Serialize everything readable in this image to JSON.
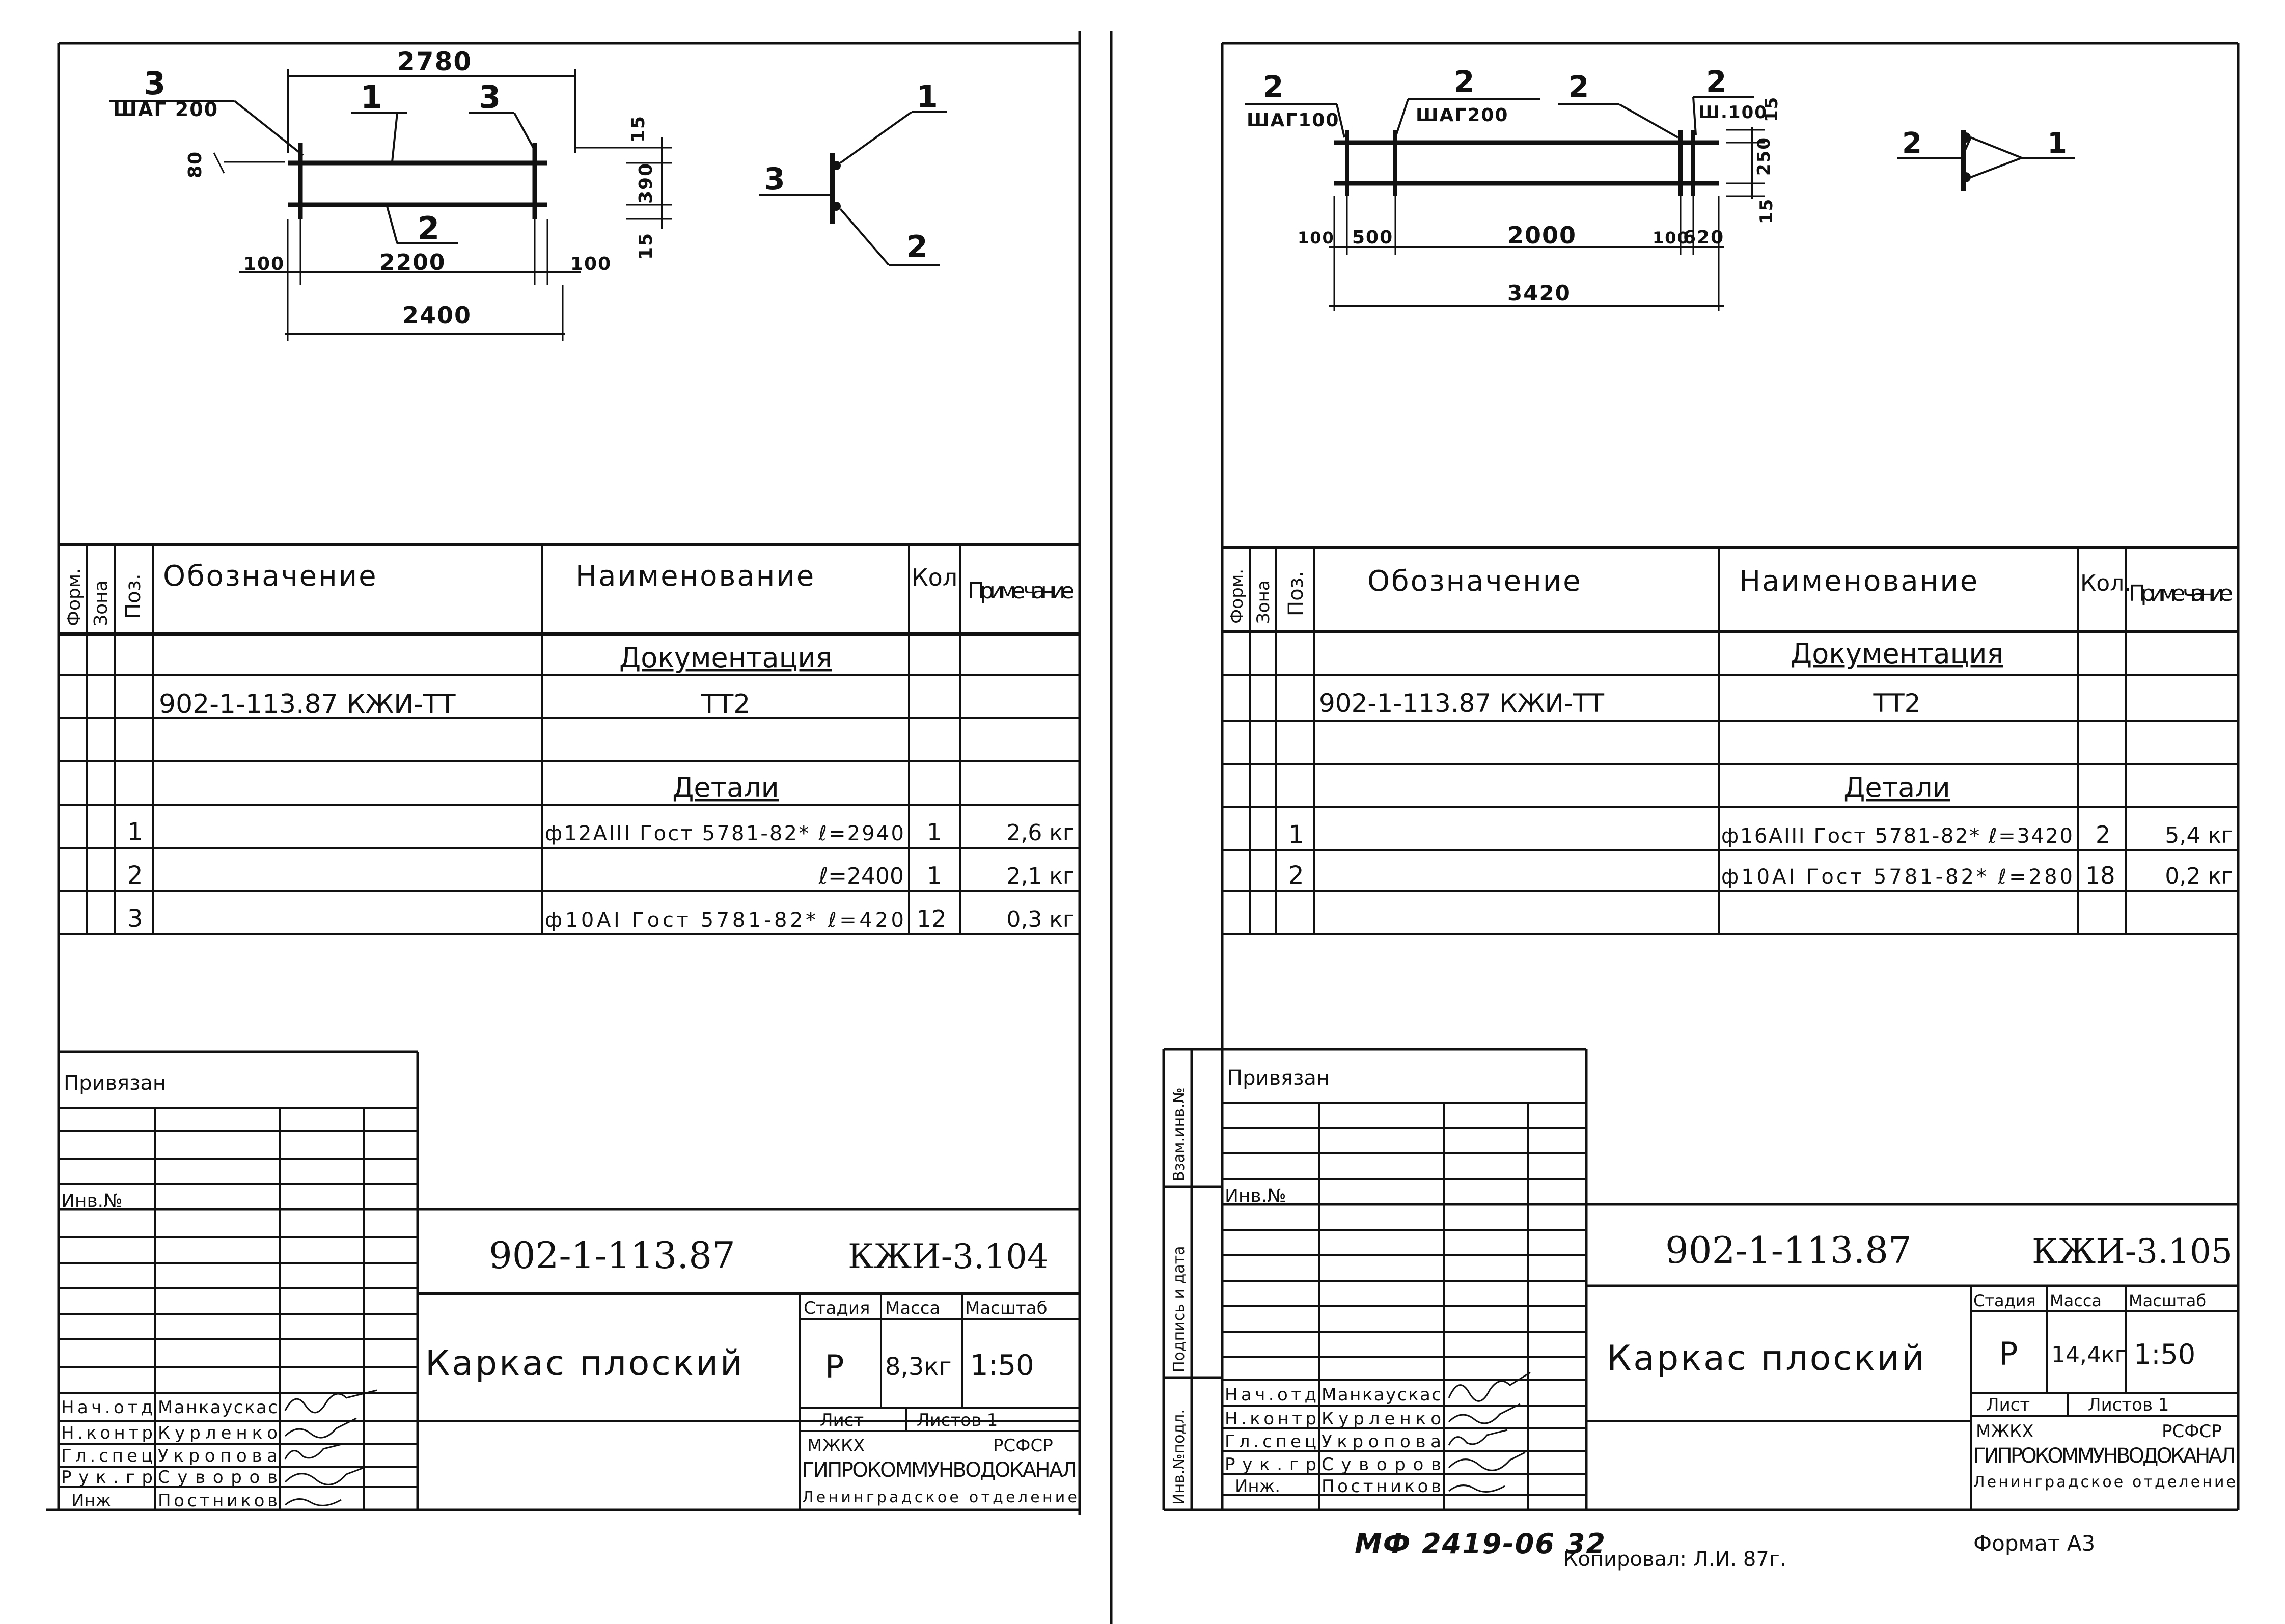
{
  "left": {
    "drawing": {
      "dim_top": "2780",
      "pos3_tl": "3",
      "pitch_tl": "ШАГ 200",
      "pos1": "1",
      "pos3_tr": "3",
      "dim_80": "80",
      "dim_15a": "15",
      "dim_390": "390",
      "dim_15b": "15",
      "pos2": "2",
      "dim_100l": "100",
      "dim_2200": "2200",
      "dim_100r": "100",
      "dim_2400": "2400",
      "sec_1": "1",
      "sec_3": "3",
      "sec_2": "2"
    },
    "spec": {
      "headers": {
        "form": "Форм.",
        "zone": "Зона",
        "pos": "Поз.",
        "designation": "Обозначение",
        "name": "Наименование",
        "qty": "Кол",
        "note": "Приме чание"
      },
      "section_doc": "Документация",
      "doc_row": {
        "designation": "902-1-113.87  КЖИ-ТТ",
        "name": "ТТ2"
      },
      "section_parts": "Детали",
      "rows": [
        {
          "pos": "1",
          "name": "ф12АIII Гост 5781-82* ℓ=2940",
          "qty": "1",
          "note": "2,6 кг"
        },
        {
          "pos": "2",
          "name": "ℓ=2400",
          "qty": "1",
          "note": "2,1 кг"
        },
        {
          "pos": "3",
          "name": "ф10АI Гост 5781-82* ℓ=420",
          "qty": "12",
          "note": "0,3 кг"
        }
      ]
    },
    "stamp": {
      "privyazan": "Привязан",
      "inv": "Инв.№",
      "project": "902-1-113.87",
      "sheet_code": "КЖИ-3.104",
      "title": "Каркас плоский",
      "stage_h": "Стадия",
      "mass_h": "Масса",
      "scale_h": "Масштаб",
      "stage": "Р",
      "mass": "8,3кг",
      "scale": "1:50",
      "list_h": "Лист",
      "lists_h": "Листов 1",
      "org1": "МЖКХ",
      "org2": "РСФСР",
      "org3": "ГИПРОКОММУНВОДОКАНАЛ",
      "org4": "Ленинградское отделение",
      "people": [
        {
          "role": "Нач.отд",
          "name": "Манкаускас"
        },
        {
          "role": "Н.контр",
          "name": "Курленко"
        },
        {
          "role": "Гл.спец",
          "name": "Укропова"
        },
        {
          "role": "Рук.гр",
          "name": "Суворов"
        },
        {
          "role": "Инж",
          "name": "Постников"
        }
      ]
    }
  },
  "right": {
    "drawing": {
      "pos2_a": "2",
      "pitch_a": "ШАГ100",
      "pos2_b": "2",
      "pitch_b": "ШАГ200",
      "pos2_c": "2",
      "pos2_d": "2",
      "pitch_d": "Ш.100",
      "dim_15a": "15",
      "dim_250": "250",
      "dim_15b": "15",
      "dim_100l": "100",
      "dim_500": "500",
      "dim_2000": "2000",
      "dim_100r": "100",
      "dim_620": "620",
      "dim_3420": "3420",
      "sec_2": "2",
      "sec_1": "1"
    },
    "spec": {
      "headers": {
        "form": "Форм.",
        "zone": "Зона",
        "pos": "Поз.",
        "designation": "Обозначение",
        "name": "Наименование",
        "qty": "Кол.",
        "note": "Приме чание"
      },
      "section_doc": "Документация",
      "doc_row": {
        "designation": "902-1-113.87  КЖИ-ТТ",
        "name": "ТТ2"
      },
      "section_parts": "Детали",
      "rows": [
        {
          "pos": "1",
          "name": "ф16АIII Гост 5781-82* ℓ=3420",
          "qty": "2",
          "note": "5,4 кг"
        },
        {
          "pos": "2",
          "name": "ф10АI Гост 5781-82* ℓ=280",
          "qty": "18",
          "note": "0,2 кг"
        }
      ]
    },
    "side_labels": {
      "a": "Взам.инв.№",
      "b": "Подпись и дата",
      "c": "Инв.№подл."
    },
    "stamp": {
      "privyazan": "Привязан",
      "inv": "Инв.№",
      "project": "902-1-113.87",
      "sheet_code": "КЖИ-3.105",
      "title": "Каркас плоский",
      "stage_h": "Стадия",
      "mass_h": "Масса",
      "scale_h": "Масштаб",
      "stage": "Р",
      "mass": "14,4кг",
      "scale": "1:50",
      "list_h": "Лист",
      "lists_h": "Листов 1",
      "org1": "МЖКХ",
      "org2": "РСФСР",
      "org3": "ГИПРОКОММУНВОДОКАНАЛ",
      "org4": "Ленинградское отделение",
      "people": [
        {
          "role": "Нач.отд",
          "name": "Манкаускас"
        },
        {
          "role": "Н.контр",
          "name": "Курленко"
        },
        {
          "role": "Гл.спец",
          "name": "Укропова"
        },
        {
          "role": "Рук.гр",
          "name": "Суворов"
        },
        {
          "role": "Инж.",
          "name": "Постников"
        }
      ]
    },
    "footer": {
      "mf": "МФ 2419-06 32",
      "copied": "Копировал: Л.И. 87г.",
      "format": "Формат А3"
    }
  }
}
